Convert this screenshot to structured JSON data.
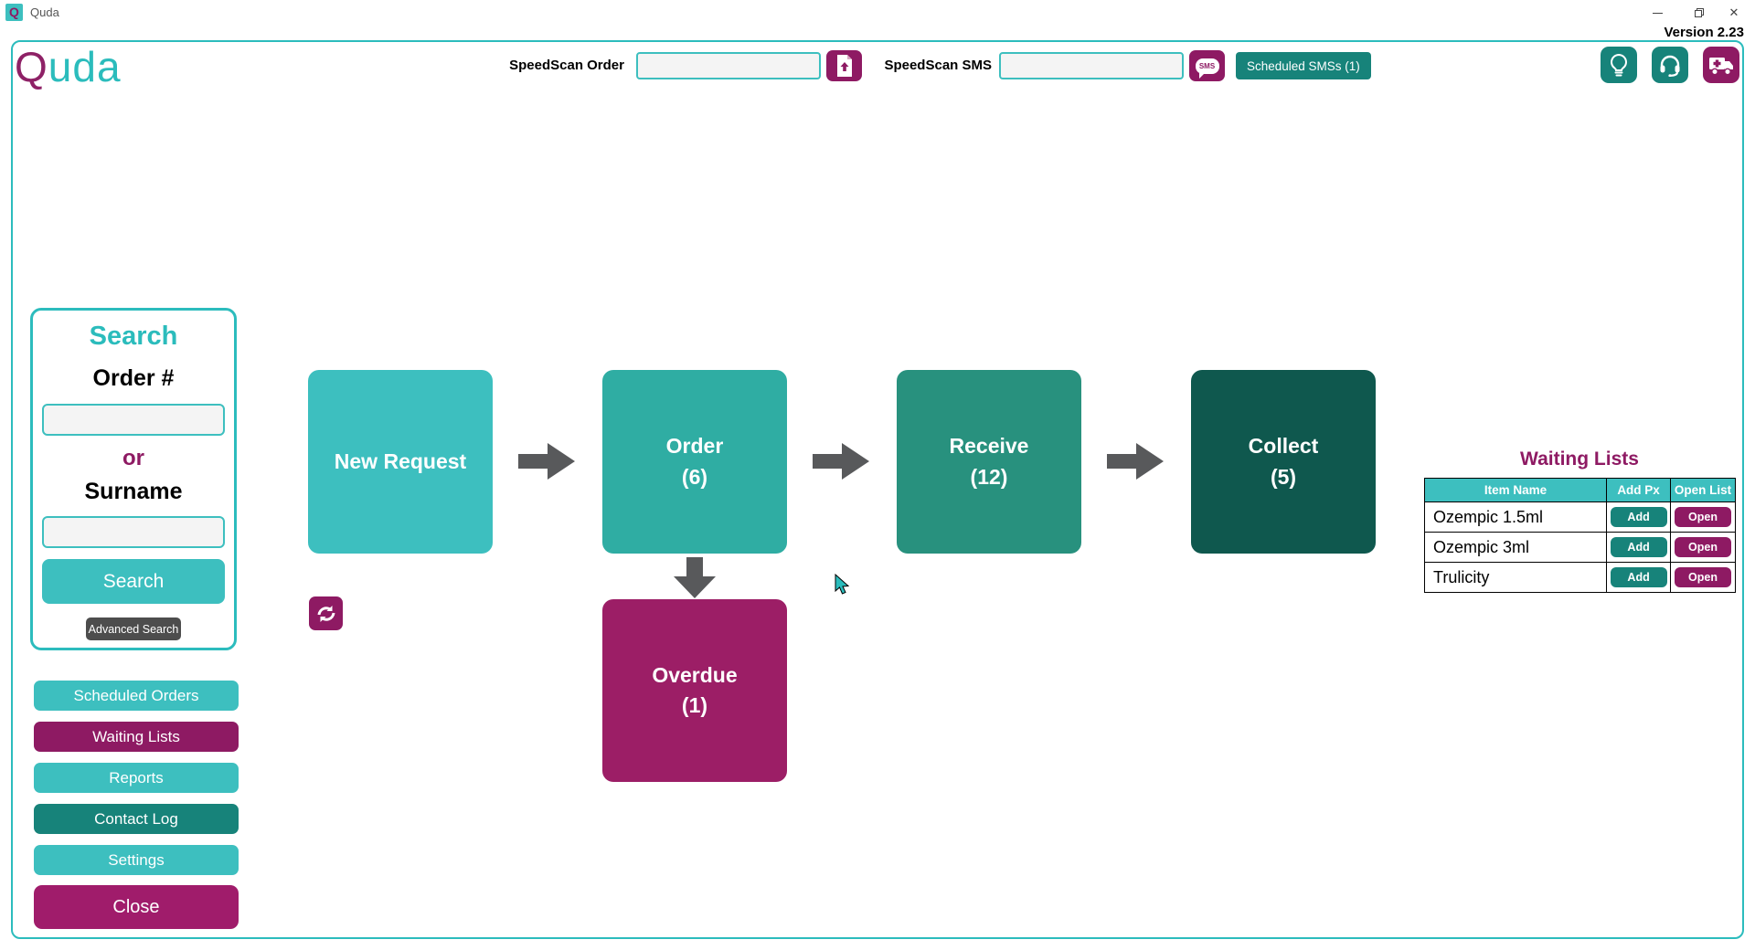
{
  "window": {
    "titlebar_app": "Quda",
    "version": "Version 2.23",
    "close_glyph": "✕"
  },
  "logo": {
    "q": "Q",
    "rest": "uda"
  },
  "topbar": {
    "speedscan_order_label": "SpeedScan Order",
    "speedscan_order_value": "",
    "speedscan_sms_label": "SpeedScan SMS",
    "speedscan_sms_value": "",
    "sms_icon_text": "SMS",
    "scheduled_sms_button": "Scheduled SMSs (1)"
  },
  "search_panel": {
    "title": "Search",
    "order_label": "Order #",
    "order_value": "",
    "or_label": "or",
    "surname_label": "Surname",
    "surname_value": "",
    "search_button": "Search",
    "advanced_search_button": "Advanced Search"
  },
  "sidebar": {
    "items": [
      {
        "label": "Scheduled Orders",
        "color": "#3dbfbf"
      },
      {
        "label": "Waiting Lists",
        "color": "#8e1a63"
      },
      {
        "label": "Reports",
        "color": "#3dbfbf"
      },
      {
        "label": "Contact Log",
        "color": "#17837a"
      },
      {
        "label": "Settings",
        "color": "#3dbfbf"
      },
      {
        "label": "Close",
        "color": "#a01c6b"
      }
    ]
  },
  "flow": {
    "boxes": [
      {
        "label": "New Request",
        "count": "",
        "color": "#3dbfbf"
      },
      {
        "label": "Order",
        "count": "(6)",
        "color": "#2fada3"
      },
      {
        "label": "Receive",
        "count": "(12)",
        "color": "#28917e"
      },
      {
        "label": "Collect",
        "count": "(5)",
        "color": "#0f584e"
      }
    ],
    "overdue": {
      "label": "Overdue",
      "count": "(1)",
      "color": "#9c1e66"
    }
  },
  "waiting_lists": {
    "title": "Waiting Lists",
    "columns": [
      "Item Name",
      "Add Px",
      "Open List"
    ],
    "rows": [
      {
        "name": "Ozempic 1.5ml",
        "add": "Add",
        "open": "Open"
      },
      {
        "name": "Ozempic 3ml",
        "add": "Add",
        "open": "Open"
      },
      {
        "name": "Trulicity",
        "add": "Add",
        "open": "Open"
      }
    ]
  },
  "colors": {
    "teal": "#3dbfbf",
    "teal_dark": "#17837a",
    "magenta": "#8e1a63",
    "arrow_gray": "#58595b",
    "frame_border": "#2cbcbd"
  }
}
